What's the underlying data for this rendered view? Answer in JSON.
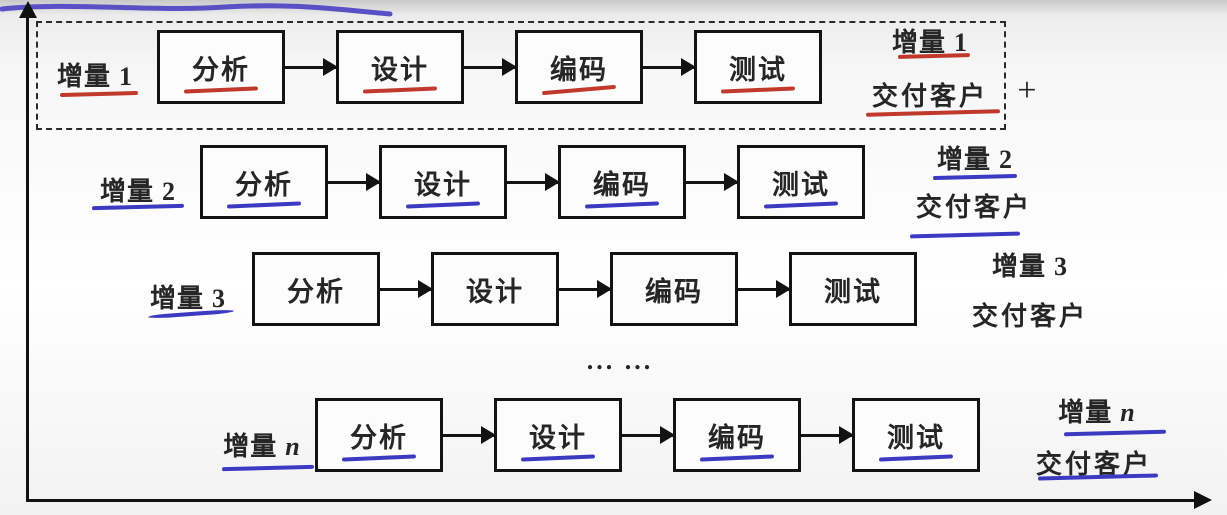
{
  "diagram": {
    "name": "incremental-process-model",
    "stage_sequence": [
      "分析",
      "设计",
      "编码",
      "测试"
    ],
    "rows": [
      {
        "label_prefix": "增量",
        "label_num": "1",
        "stages": [
          "分析",
          "设计",
          "编码",
          "测试"
        ],
        "delivery": {
          "inc_prefix": "增量",
          "inc_num": "1",
          "text": "交付客户"
        },
        "outlined": true,
        "mark_color": "#c0392b"
      },
      {
        "label_prefix": "增量",
        "label_num": "2",
        "stages": [
          "分析",
          "设计",
          "编码",
          "测试"
        ],
        "delivery": {
          "inc_prefix": "增量",
          "inc_num": "2",
          "text": "交付客户"
        },
        "outlined": false,
        "mark_color": "#3c3ac1"
      },
      {
        "label_prefix": "增量",
        "label_num": "3",
        "stages": [
          "分析",
          "设计",
          "编码",
          "测试"
        ],
        "delivery": {
          "inc_prefix": "增量",
          "inc_num": "3",
          "text": "交付客户"
        },
        "outlined": false,
        "mark_color": "#3c3ac1"
      },
      {
        "label_prefix": "增量",
        "label_num": "n",
        "stages": [
          "分析",
          "设计",
          "编码",
          "测试"
        ],
        "delivery": {
          "inc_prefix": "增量",
          "inc_num": "n",
          "text": "交付客户"
        },
        "outlined": false,
        "mark_color": "#3c3ac1"
      }
    ],
    "plus_sign": "+",
    "ellipsis_text": "... ...",
    "annotation_colors": {
      "red_pen": "#c0392b",
      "blue_pen": "#3c3ac1",
      "purple_pen": "#5a50c5"
    }
  }
}
